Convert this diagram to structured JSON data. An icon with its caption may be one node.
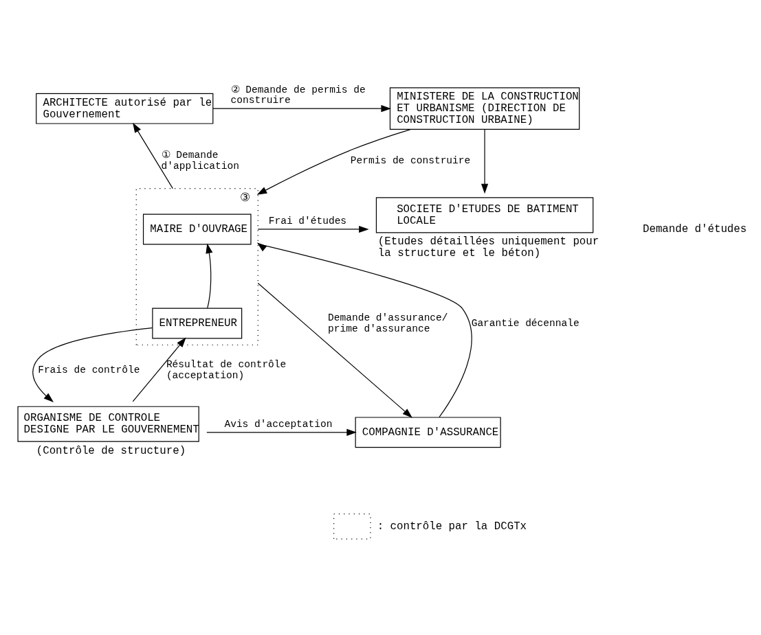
{
  "diagram": {
    "nodes": [
      {
        "text": [
          "ARCHITECTE autorisé par le Gouvernement"
        ]
      },
      {
        "text": [
          "MINISTERE DE LA CONSTRUCTION ET URBANISME (DIRECTION DE CONSTRUCTION URBAINE)"
        ]
      },
      {
        "text": [
          "③"
        ]
      },
      {
        "text": [
          "MAIRE D'OUVRAGE"
        ],
        "in": 2
      },
      {
        "text": [
          "ENTREPRENEUR"
        ],
        "in": 2
      },
      {
        "text": [
          "SOCIETE D'ETUDES DE BATIMENT LOCALE"
        ],
        "beside": [
          "(Etudes détaillées uniquement pour la structure et le béton)"
        ]
      },
      {
        "text": [
          "COMPAGNIE D'ASSURANCE"
        ]
      },
      {
        "text": [
          "ORGANISME DE CONTROLE DESIGNE PAR LE GOUVERNEMENT"
        ],
        "beside": [
          "(Contrôle de structure)"
        ]
      }
    ],
    "edges": [
      {
        "from": 2,
        "to": 0,
        "arrow": "to",
        "label": "① Demande d'application"
      },
      {
        "from": 0,
        "to": 1,
        "arrow": "to",
        "label": "② Demande de permis de construire"
      },
      {
        "from": 1,
        "to": 2,
        "arrow": "to",
        "label": "Permis de construire"
      },
      {
        "from": 1,
        "to": 5,
        "arrow": "to"
      },
      {
        "from": 2,
        "to": 5,
        "arrow": "to",
        "label": "Frai d'études"
      },
      {
        "from": 4,
        "to": 3,
        "arrow": "to"
      },
      {
        "from": 7,
        "to": 4,
        "arrow": "to",
        "label": "Résultat de contrôle (acceptation)"
      },
      {
        "from": 4,
        "to": 7,
        "arrow": "to",
        "label": "Frais de contrôle"
      },
      {
        "from": 7,
        "to": 6,
        "arrow": "to",
        "label": "Avis d'acceptation"
      },
      {
        "from": 2,
        "to": 6,
        "arrow": "to",
        "label": "Demande d'assurance/ prime d'assurance"
      },
      {
        "from": 6,
        "to": 2,
        "arrow": "to",
        "label": "Garantie décennale"
      }
    ],
    "labels": [
      "Demande d'études"
    ],
    "legend": [
      {
        "text": ": contrôle par la DCGTx"
      }
    ]
  }
}
